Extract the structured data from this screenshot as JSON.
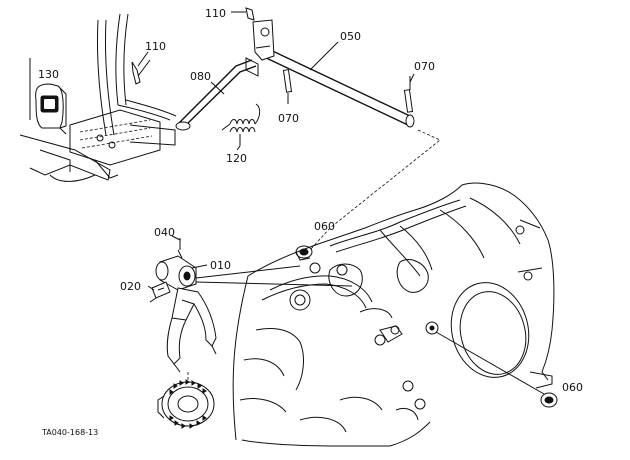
{
  "labels": {
    "p110a": "110",
    "p110b": "110",
    "p050": "050",
    "p130": "130",
    "p080": "080",
    "p070a": "070",
    "p070b": "070",
    "p120": "120",
    "p060a": "060",
    "p040": "040",
    "p010": "010",
    "p020": "020",
    "p060b": "060"
  },
  "caption": "TA040-168-13"
}
